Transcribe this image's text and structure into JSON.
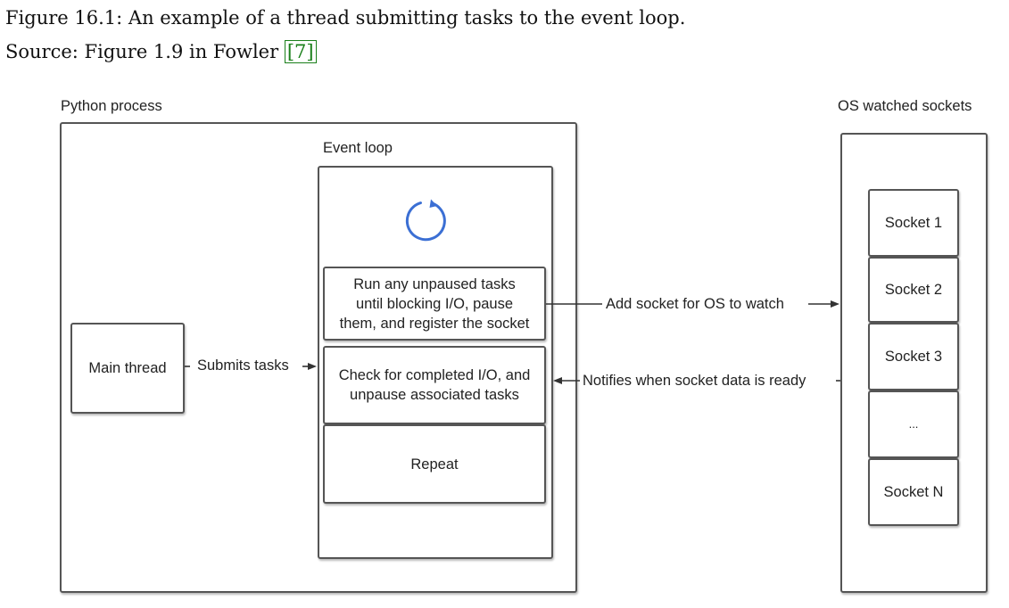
{
  "caption": {
    "line1": "Figure 16.1: An example of a thread submitting tasks to the event loop.",
    "line2_prefix": "Source: Figure 1.9 in Fowler ",
    "citation": "[7]"
  },
  "diagram": {
    "python_process_label": "Python process",
    "os_label": "OS watched sockets",
    "event_loop_label": "Event loop",
    "main_thread": "Main thread",
    "submits_tasks": "Submits tasks",
    "loop_steps": [
      "Run any unpaused tasks\nuntil blocking I/O, pause\nthem, and register the socket",
      "Check for completed I/O, and\nunpause associated tasks",
      "Repeat"
    ],
    "add_socket": "Add socket for OS to watch",
    "notifies": "Notifies when socket data is ready",
    "sockets": [
      "Socket 1",
      "Socket 2",
      "Socket 3",
      "...",
      "Socket N"
    ],
    "colors": {
      "loop_icon": "#3b6fd4",
      "border": "#555555"
    },
    "icons": {
      "loop": "refresh-icon"
    }
  }
}
